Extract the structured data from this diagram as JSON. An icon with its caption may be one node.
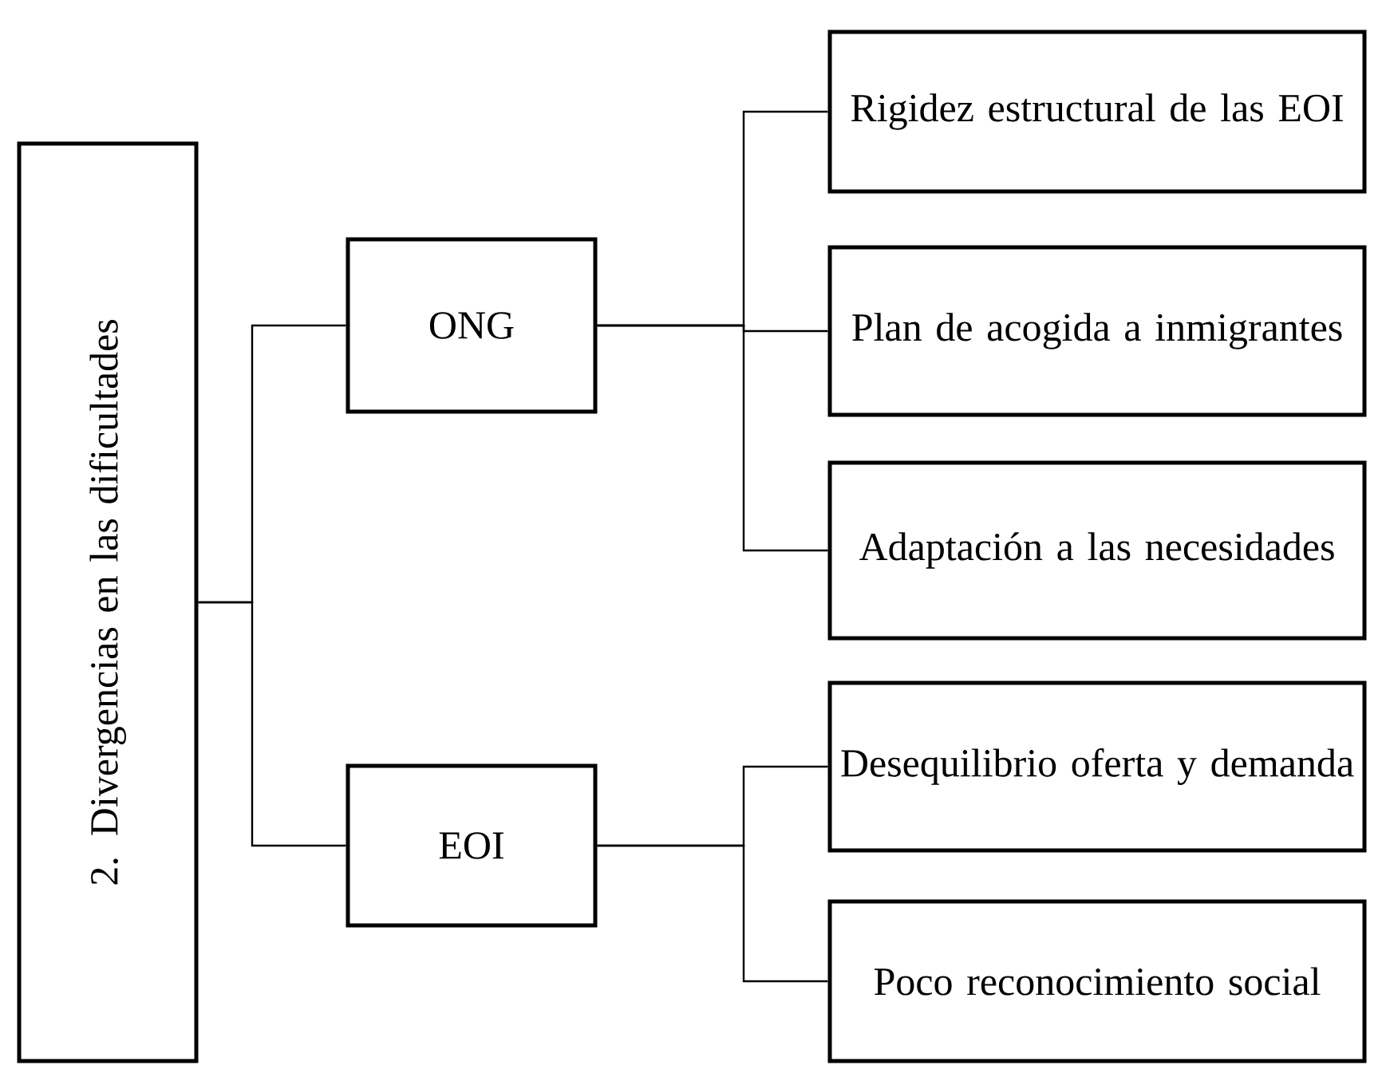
{
  "diagram": {
    "nodes": [
      {
        "text": [
          "2. Divergencias en las dificultades"
        ]
      },
      {
        "text": [
          "ONG"
        ]
      },
      {
        "text": [
          "EOI"
        ]
      },
      {
        "text": [
          "Rigidez estructural de las EOI"
        ]
      },
      {
        "text": [
          "Plan de acogida a inmigrantes"
        ]
      },
      {
        "text": [
          "Adaptación a las necesidades"
        ]
      },
      {
        "text": [
          "Desequilibrio oferta y demanda"
        ]
      },
      {
        "text": [
          "Poco reconocimiento social"
        ]
      }
    ],
    "edges": [
      {
        "from": 0,
        "to": 1,
        "arrow": "none"
      },
      {
        "from": 0,
        "to": 2,
        "arrow": "none"
      },
      {
        "from": 1,
        "to": 3,
        "arrow": "none"
      },
      {
        "from": 1,
        "to": 4,
        "arrow": "none"
      },
      {
        "from": 1,
        "to": 5,
        "arrow": "none"
      },
      {
        "from": 2,
        "to": 6,
        "arrow": "none"
      },
      {
        "from": 2,
        "to": 7,
        "arrow": "none"
      }
    ]
  }
}
